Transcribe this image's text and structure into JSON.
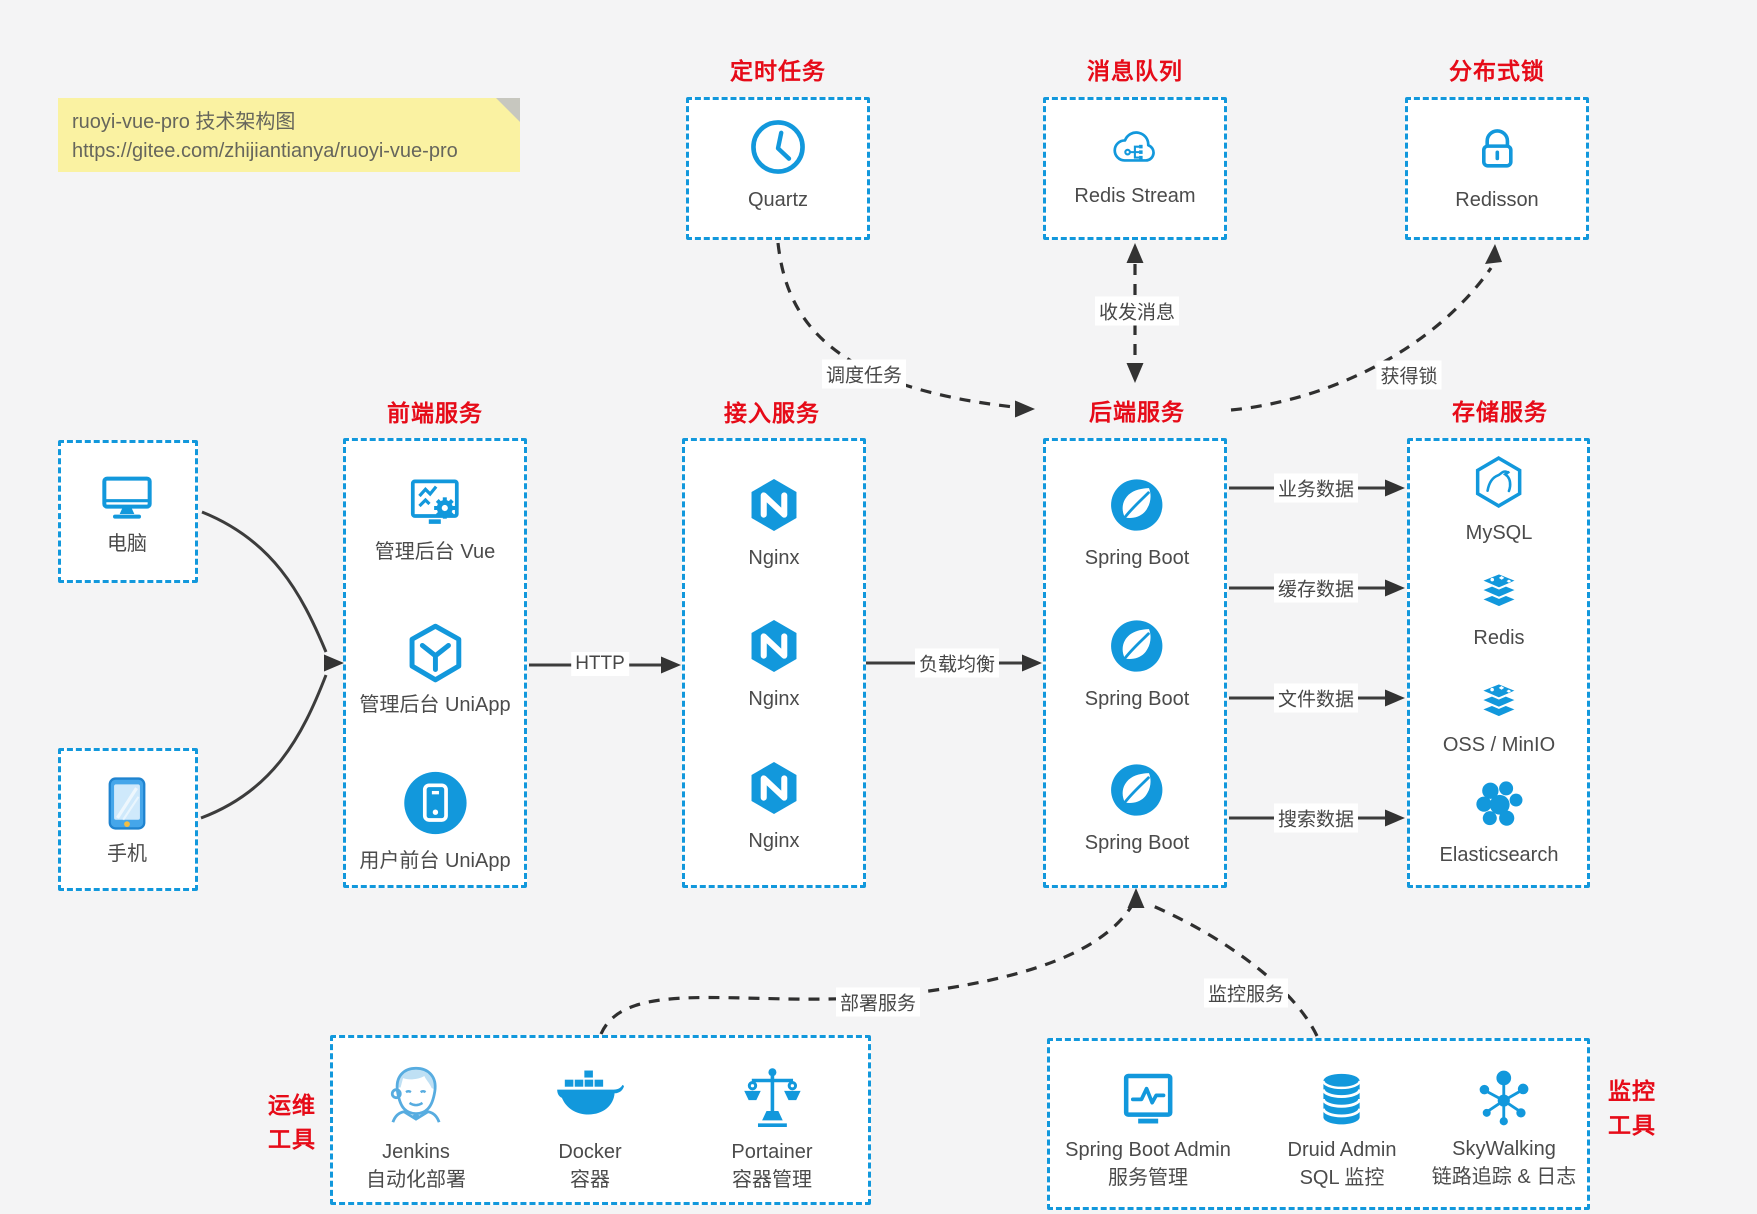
{
  "note": {
    "line1": "ruoyi-vue-pro 技术架构图",
    "line2": "https://gitee.com/zhijiantianya/ruoyi-vue-pro"
  },
  "colors": {
    "accent_blue": "#1298dc",
    "title_red": "#e60b18",
    "note_yellow": "#faf2a2",
    "arrow_dark": "#3c3c3c",
    "dashed_arrow": "#2f2f2f"
  },
  "top_services": [
    {
      "title": "定时任务",
      "icon": "clock-icon",
      "label": "Quartz"
    },
    {
      "title": "消息队列",
      "icon": "mq-cloud-icon",
      "label": "Redis Stream"
    },
    {
      "title": "分布式锁",
      "icon": "lock-icon",
      "label": "Redisson"
    }
  ],
  "clients": [
    {
      "icon": "monitor-icon",
      "label": "电脑"
    },
    {
      "icon": "phone-icon",
      "label": "手机"
    }
  ],
  "frontend": {
    "title": "前端服务",
    "items": [
      {
        "icon": "admin-vue-icon",
        "label": "管理后台 Vue"
      },
      {
        "icon": "uniapp-cube-icon",
        "label": "管理后台 UniApp"
      },
      {
        "icon": "user-phone-icon",
        "label": "用户前台 UniApp"
      }
    ]
  },
  "gateway": {
    "title": "接入服务",
    "items": [
      {
        "icon": "nginx-icon",
        "label": "Nginx"
      },
      {
        "icon": "nginx-icon",
        "label": "Nginx"
      },
      {
        "icon": "nginx-icon",
        "label": "Nginx"
      }
    ]
  },
  "backend": {
    "title": "后端服务",
    "items": [
      {
        "icon": "springboot-icon",
        "label": "Spring Boot"
      },
      {
        "icon": "springboot-icon",
        "label": "Spring Boot"
      },
      {
        "icon": "springboot-icon",
        "label": "Spring Boot"
      }
    ]
  },
  "storage": {
    "title": "存储服务",
    "items": [
      {
        "icon": "mysql-icon",
        "label": "MySQL"
      },
      {
        "icon": "redis-icon",
        "label": "Redis"
      },
      {
        "icon": "oss-icon",
        "label": "OSS / MinIO"
      },
      {
        "icon": "elasticsearch-icon",
        "label": "Elasticsearch"
      }
    ]
  },
  "devops": {
    "title_line1": "运维",
    "title_line2": "工具",
    "items": [
      {
        "icon": "jenkins-icon",
        "label1": "Jenkins",
        "label2": "自动化部署"
      },
      {
        "icon": "docker-icon",
        "label1": "Docker",
        "label2": "容器"
      },
      {
        "icon": "portainer-icon",
        "label1": "Portainer",
        "label2": "容器管理"
      }
    ]
  },
  "monitoring": {
    "title_line1": "监控",
    "title_line2": "工具",
    "items": [
      {
        "icon": "springboot-admin-icon",
        "label1": "Spring Boot Admin",
        "label2": "服务管理"
      },
      {
        "icon": "druid-icon",
        "label1": "Druid Admin",
        "label2": "SQL 监控"
      },
      {
        "icon": "skywalking-icon",
        "label1": "SkyWalking",
        "label2": "链路追踪 & 日志"
      }
    ]
  },
  "connectors": {
    "http": "HTTP",
    "load_balance": "负载均衡",
    "schedule": "调度任务",
    "message": "收发消息",
    "lock": "获得锁",
    "business_data": "业务数据",
    "cache_data": "缓存数据",
    "file_data": "文件数据",
    "search_data": "搜索数据",
    "deploy": "部署服务",
    "monitor": "监控服务"
  }
}
